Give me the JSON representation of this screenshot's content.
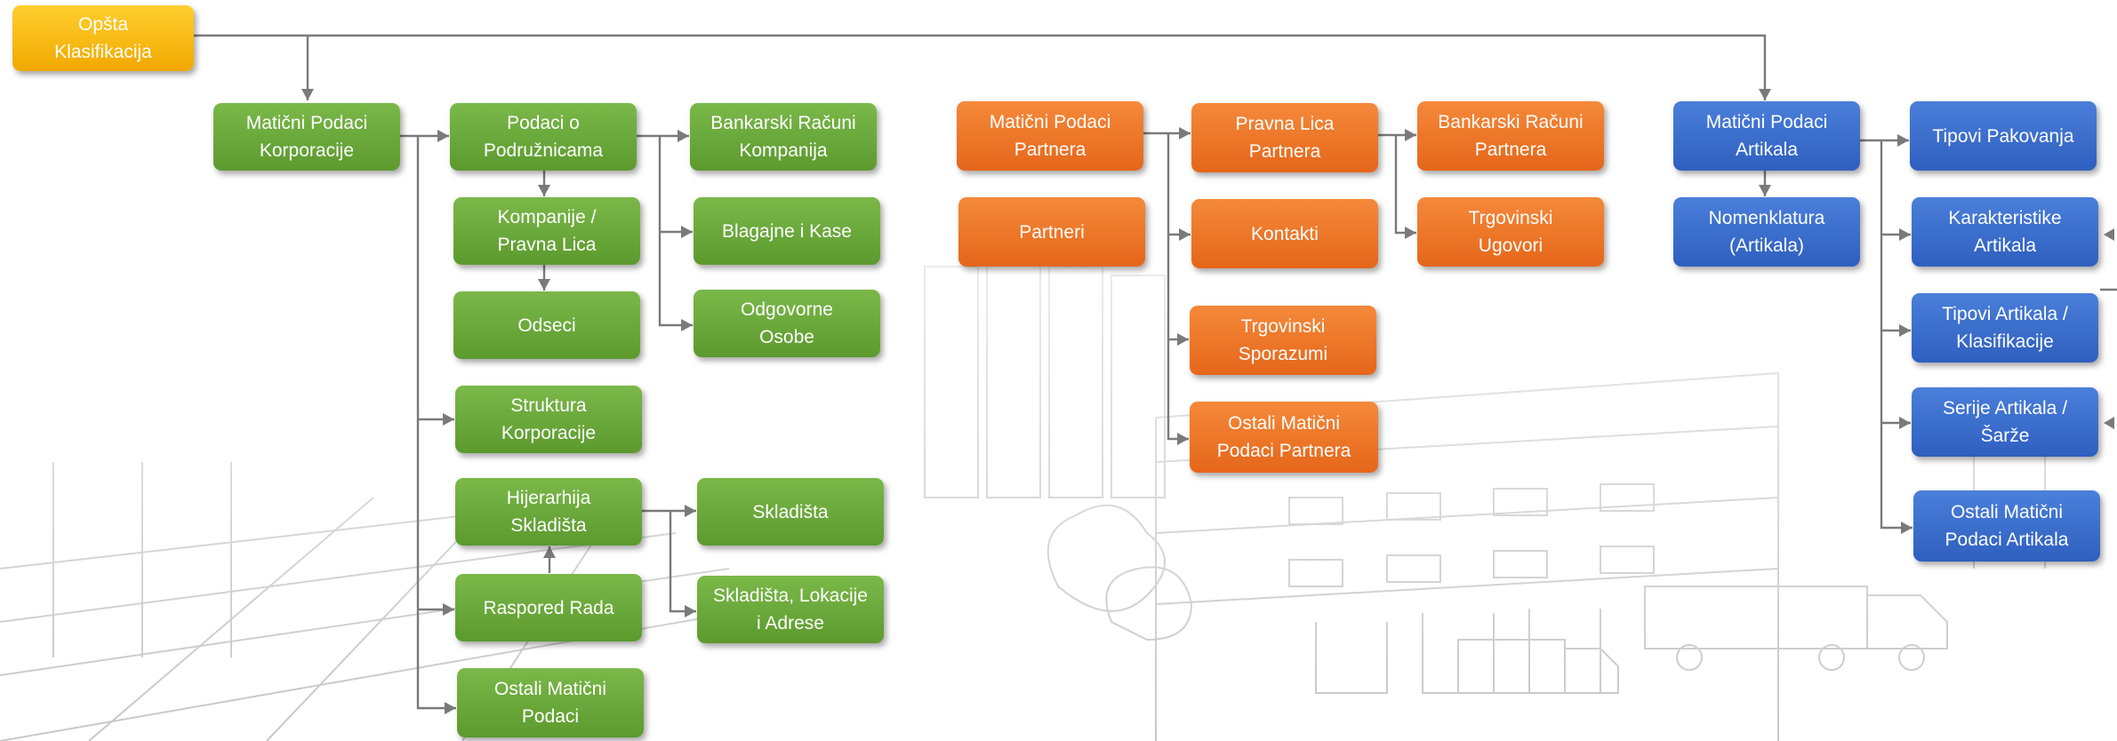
{
  "colors": {
    "green": "#6aa83a",
    "orange": "#ee7629",
    "blue": "#3b6fce",
    "yellow": "#f8b816",
    "connector": "#7a7a7a"
  },
  "nodes": {
    "root": "Opšta\nKlasifikacija",
    "corp": "Matični Podaci\nKorporacije",
    "branches": "Podaci o\nPodružnicama",
    "bank_company": "Bankarski Računi\nKompanija",
    "companies": "Kompanije /\nPravna Lica",
    "cash": "Blagajne i Kase",
    "departments": "Odseci",
    "responsible": "Odgovorne\nOsobe",
    "structure": "Struktura\nKorporacije",
    "warehouse_hierarchy": "Hijerarhija\nSkladišta",
    "warehouses": "Skladišta",
    "schedule": "Raspored Rada",
    "warehouse_locations": "Skladišta, Lokacije\ni Adrese",
    "other_corp": "Ostali Matični\nPodaci",
    "partners_master": "Matični Podaci\nPartnera",
    "legal_partners": "Pravna Lica\nPartnera",
    "bank_partners": "Bankarski Računi\nPartnera",
    "partners": "Partneri",
    "contacts": "Kontakti",
    "trade_contracts": "Trgovinski\nUgovori",
    "trade_agreements": "Trgovinski\nSporazumi",
    "other_partners": "Ostali Matični\nPodaci Partnera",
    "articles_master": "Matični Podaci\nArtikala",
    "packaging": "Tipovi Pakovanja",
    "nomenclature": "Nomenklatura\n(Artikala)",
    "characteristics": "Karakteristike\nArtikala",
    "article_types": "Tipovi Artikala /\nKlasifikacije",
    "batches": "Serije Artikala /\nŠarže",
    "other_articles": "Ostali Matični\nPodaci Artikala"
  }
}
